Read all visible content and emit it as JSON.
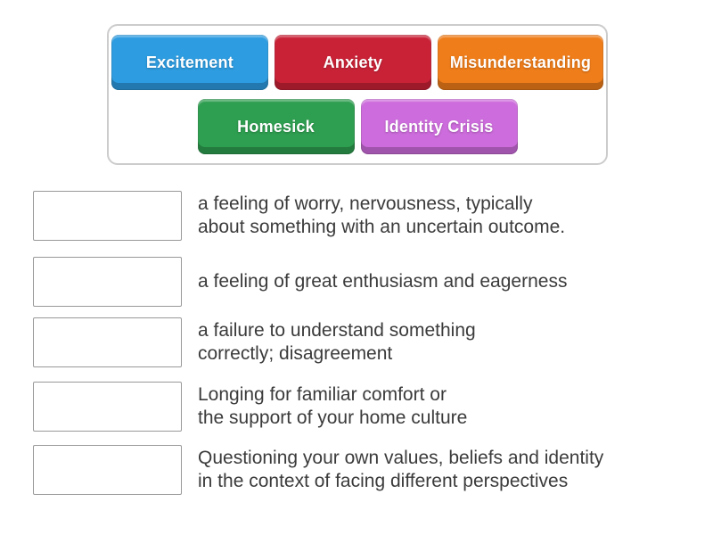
{
  "board": {
    "tiles": [
      {
        "label": "Excitement",
        "color": "#2d9ce0"
      },
      {
        "label": "Anxiety",
        "color": "#c92237"
      },
      {
        "label": "Misunderstanding",
        "color": "#ef7d1a"
      },
      {
        "label": "Homesick",
        "color": "#2e9e50"
      },
      {
        "label": "Identity Crisis",
        "color": "#cd6cdc"
      }
    ]
  },
  "matches": [
    {
      "definition_lines": [
        "a feeling of worry, nervousness, typically",
        "about something with an uncertain outcome."
      ]
    },
    {
      "definition_lines": [
        "a feeling of great enthusiasm and eagerness"
      ]
    },
    {
      "definition_lines": [
        "a failure to understand something",
        "correctly; disagreement"
      ]
    },
    {
      "definition_lines": [
        "Longing for familiar comfort or",
        "the support of your home culture"
      ]
    },
    {
      "definition_lines": [
        "Questioning your own values, beliefs and identity",
        "in the context of facing different perspectives"
      ]
    }
  ],
  "colors": {
    "board_border": "#cccccc",
    "slot_border": "#999999",
    "definition_text": "#3b3b3b",
    "tile_text": "#ffffff"
  }
}
